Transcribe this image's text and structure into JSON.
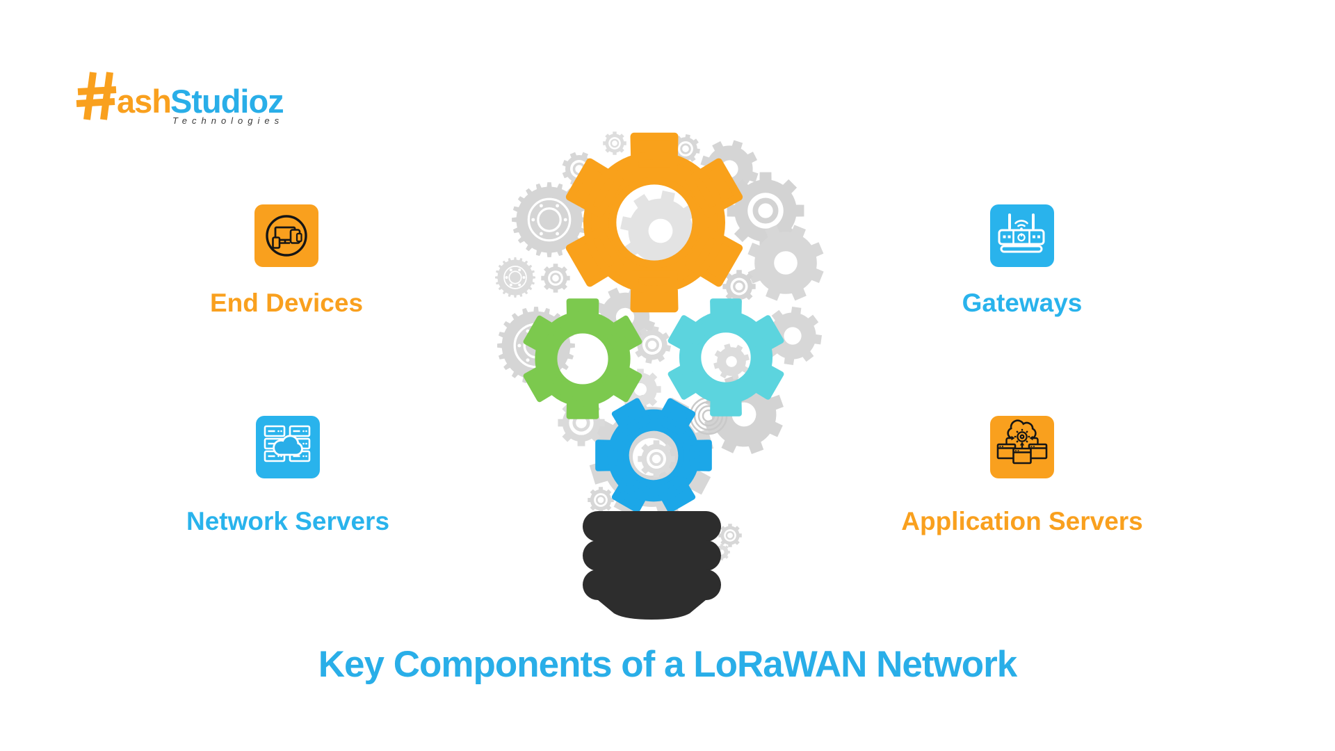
{
  "brand": {
    "word_primary": "Hash",
    "word_secondary": "Studioz",
    "tagline": "Technologies",
    "logo_mark": "hash-h-icon"
  },
  "title": {
    "text": "Key Components of a LoRaWAN Network"
  },
  "components": [
    {
      "label": "End Devices",
      "icon": "responsive-devices-icon",
      "accent": "#F9A01E"
    },
    {
      "label": "Gateways",
      "icon": "wireless-router-icon",
      "accent": "#29B3EC"
    },
    {
      "label": "Network Servers",
      "icon": "server-cloud-icon",
      "accent": "#29B3EC"
    },
    {
      "label": "Application Servers",
      "icon": "cloud-app-windows-icon",
      "accent": "#F9A01E"
    }
  ],
  "colors": {
    "orange": "#F9A01E",
    "blue": "#29AEE8",
    "gear_orange": "#F9A11B",
    "gear_green": "#7CC94E",
    "gear_teal": "#5CD4DE",
    "gear_blue": "#1CA7E8",
    "gear_gray": "#D7D7D7",
    "bulb_base_dark": "#2D2D2D"
  },
  "center_graphic": "lightbulb-of-gears-icon"
}
